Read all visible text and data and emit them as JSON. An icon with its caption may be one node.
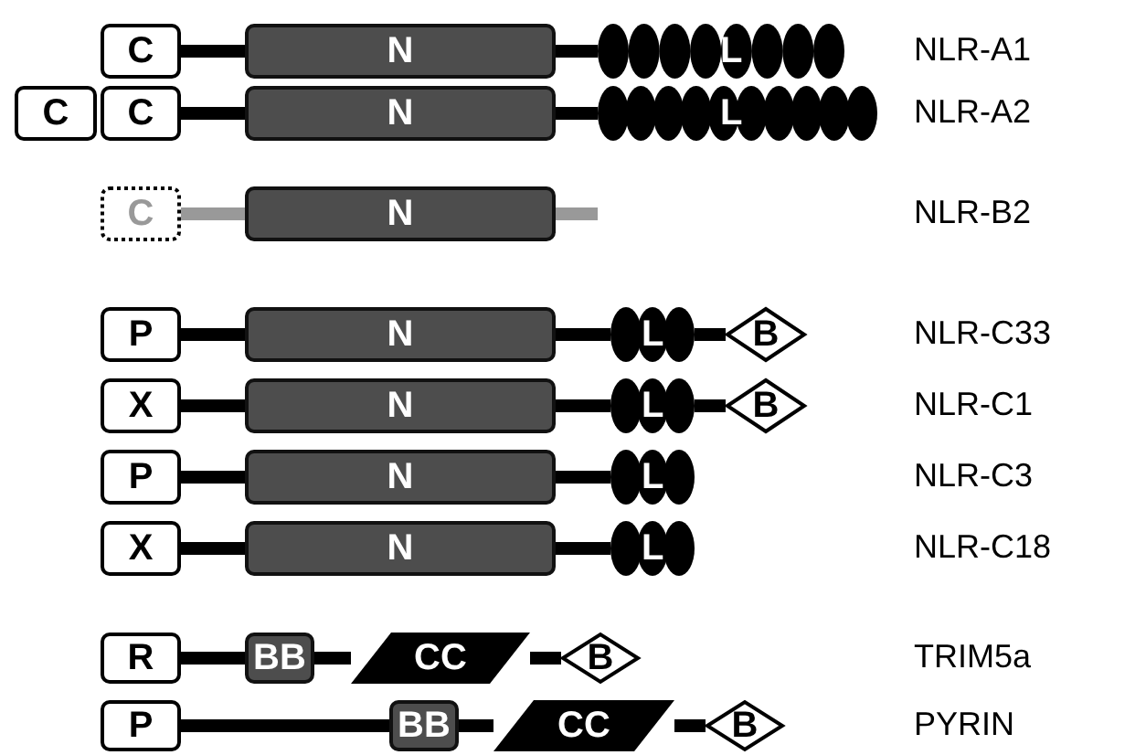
{
  "diagram": {
    "nodes": [
      {
        "text": [
          "C"
        ]
      },
      {
        "text": [
          "N"
        ]
      },
      {
        "text": [
          "L"
        ]
      },
      {
        "text": [
          "C"
        ]
      },
      {
        "text": [
          "C"
        ]
      },
      {
        "text": [
          "N"
        ]
      },
      {
        "text": [
          "L"
        ]
      },
      {
        "text": [
          "C"
        ]
      },
      {
        "text": [
          "N"
        ]
      },
      {
        "text": [
          "P"
        ]
      },
      {
        "text": [
          "N"
        ]
      },
      {
        "text": [
          "L"
        ]
      },
      {
        "text": [
          "B"
        ]
      },
      {
        "text": [
          "X"
        ]
      },
      {
        "text": [
          "N"
        ]
      },
      {
        "text": [
          "L"
        ]
      },
      {
        "text": [
          "B"
        ]
      },
      {
        "text": [
          "P"
        ]
      },
      {
        "text": [
          "N"
        ]
      },
      {
        "text": [
          "L"
        ]
      },
      {
        "text": [
          "X"
        ]
      },
      {
        "text": [
          "N"
        ]
      },
      {
        "text": [
          "L"
        ]
      },
      {
        "text": [
          "R"
        ]
      },
      {
        "text": [
          "BB"
        ]
      },
      {
        "text": [
          "CC"
        ]
      },
      {
        "text": [
          "B"
        ]
      },
      {
        "text": [
          "P"
        ]
      },
      {
        "text": [
          "BB"
        ]
      },
      {
        "text": [
          "CC"
        ]
      },
      {
        "text": [
          "B"
        ]
      }
    ],
    "edges": [
      {
        "from": 0,
        "to": 1,
        "arrow": "none"
      },
      {
        "from": 1,
        "to": 2,
        "arrow": "none"
      },
      {
        "from": 4,
        "to": 5,
        "arrow": "none"
      },
      {
        "from": 5,
        "to": 6,
        "arrow": "none"
      },
      {
        "from": 7,
        "to": 8,
        "arrow": "none",
        "color": "#999999"
      },
      {
        "from": 8,
        "to": null,
        "arrow": "none",
        "color": "#999999"
      },
      {
        "from": 9,
        "to": 10,
        "arrow": "none"
      },
      {
        "from": 10,
        "to": 11,
        "arrow": "none"
      },
      {
        "from": 11,
        "to": 12,
        "arrow": "none"
      },
      {
        "from": 13,
        "to": 14,
        "arrow": "none"
      },
      {
        "from": 14,
        "to": 15,
        "arrow": "none"
      },
      {
        "from": 15,
        "to": 16,
        "arrow": "none"
      },
      {
        "from": 17,
        "to": 18,
        "arrow": "none"
      },
      {
        "from": 18,
        "to": 19,
        "arrow": "none"
      },
      {
        "from": 20,
        "to": 21,
        "arrow": "none"
      },
      {
        "from": 21,
        "to": 22,
        "arrow": "none"
      },
      {
        "from": 23,
        "to": 24,
        "arrow": "none"
      },
      {
        "from": 24,
        "to": 25,
        "arrow": "none"
      },
      {
        "from": 25,
        "to": 26,
        "arrow": "none"
      },
      {
        "from": 27,
        "to": 28,
        "arrow": "none"
      },
      {
        "from": 28,
        "to": 29,
        "arrow": "none"
      },
      {
        "from": 29,
        "to": 30,
        "arrow": "none"
      }
    ],
    "labels": [
      "NLR-A1",
      "NLR-A2",
      "NLR-B2",
      "NLR-C33",
      "NLR-C1",
      "NLR-C3",
      "NLR-C18",
      "TRIM5a",
      "PYRIN"
    ]
  }
}
